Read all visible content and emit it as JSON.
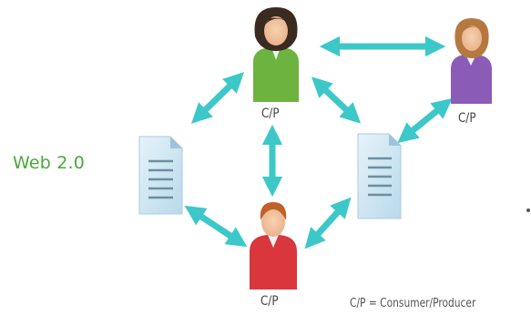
{
  "diagram": {
    "title": "Web 2.0",
    "node_label": "C/P",
    "legend": "C/P = Consumer/Producer",
    "nodes": [
      {
        "id": "top",
        "label": "C/P",
        "shirt_color": "#6db33f"
      },
      {
        "id": "right",
        "label": "C/P",
        "shirt_color": "#8b5cb7"
      },
      {
        "id": "bottom",
        "label": "C/P",
        "shirt_color": "#d9363e"
      }
    ],
    "arrow_color": "#3cc8c8",
    "document_color": "#cfe6f2"
  }
}
